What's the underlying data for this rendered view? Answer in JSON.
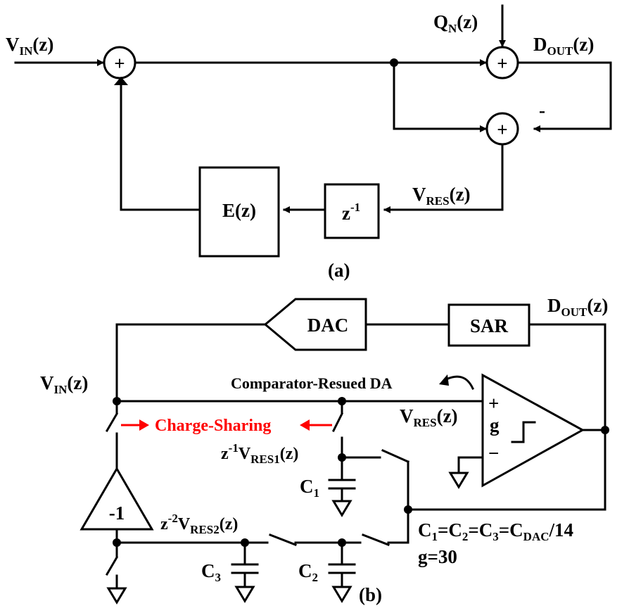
{
  "diagram_a": {
    "caption": "(a)",
    "vin_label": {
      "main": "V",
      "sub": "IN",
      "tail": "(z)"
    },
    "qn_label": {
      "main": "Q",
      "sub": "N",
      "tail": "(z)"
    },
    "dout_label": {
      "main": "D",
      "sub": "OUT",
      "tail": "(z)"
    },
    "vres_label": {
      "main": "V",
      "sub": "RES",
      "tail": "(z)"
    },
    "minus_sign": "-",
    "plus_symbol": "+",
    "delay_block": {
      "main": "z",
      "sup": "-1"
    },
    "e_block": "E(z)"
  },
  "diagram_b": {
    "caption": "(b)",
    "dac_label": "DAC",
    "sar_label": "SAR",
    "dout_label": {
      "main": "D",
      "sub": "OUT",
      "tail": "(z)"
    },
    "vin_label": {
      "main": "V",
      "sub": "IN",
      "tail": "(z)"
    },
    "comparator_note": "Comparator-Resued DA",
    "vres_label": {
      "main": "V",
      "sub": "RES",
      "tail": "(z)"
    },
    "opamp_plus": "+",
    "opamp_minus": "−",
    "opamp_gain": "g",
    "charge_sharing": "Charge-Sharing",
    "z1_vres1": {
      "main": "z",
      "sup": "-1",
      "mid": "V",
      "sub": "RES1",
      "tail": "(z)"
    },
    "z2_vres2": {
      "main": "z",
      "sup": "-2",
      "mid": "V",
      "sub": "RES2",
      "tail": "(z)"
    },
    "inverter_label": "-1",
    "c1_label": {
      "main": "C",
      "sub": "1"
    },
    "c2_label": {
      "main": "C",
      "sub": "2"
    },
    "c3_label": {
      "main": "C",
      "sub": "3"
    },
    "cap_equation": {
      "c1": "C",
      "s1": "1",
      "c2": "=C",
      "s2": "2",
      "c3": "=C",
      "s3": "3",
      "c4": "=C",
      "s4": "DAC",
      "tail": "/14"
    },
    "gain_value": "g=30"
  },
  "colors": {
    "wire": "#000000",
    "highlight": "#ff0000",
    "background": "#ffffff"
  }
}
